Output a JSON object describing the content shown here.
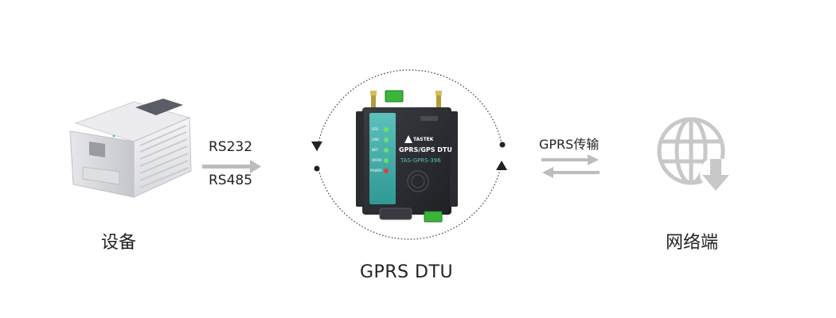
{
  "labels": {
    "device": "设备",
    "dtu": "GPRS DTU",
    "network": "网络端",
    "rs232": "RS232",
    "rs485": "RS485",
    "gprs_transfer": "GPRS传输"
  },
  "dtu_device": {
    "brand": "TASTEK",
    "title": "GPRS/GPS DTU",
    "model": "TAS-GPRS-396",
    "leds": [
      "GPS",
      "LINK",
      "NET",
      "WORK",
      "POWER"
    ]
  },
  "colors": {
    "accent_teal": "#3aa7a3",
    "arrow_gray": "#bdbdbd",
    "globe_gray": "#c8c8c8"
  },
  "icons": {
    "network": "globe-download-icon"
  }
}
